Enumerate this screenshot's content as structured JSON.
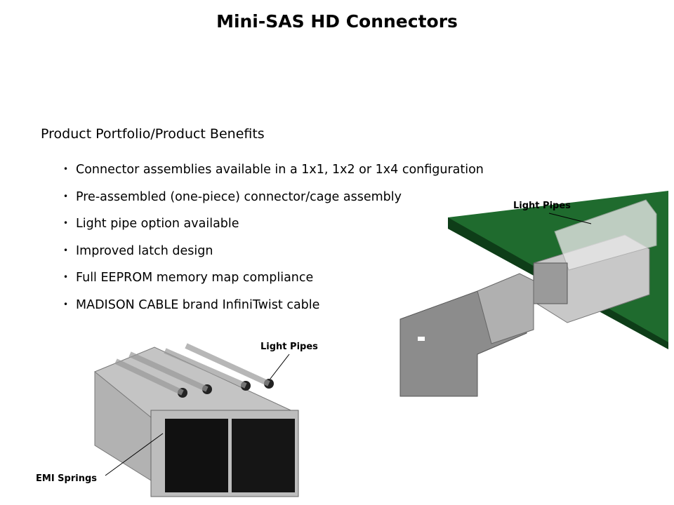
{
  "title": "Mini-SAS HD Connectors",
  "subtitle": "Product Portfolio/Product Benefits",
  "bullets": [
    "Connector assemblies available in a 1x1, 1x2 or 1x4 configuration",
    "Pre-assembled (one-piece) connector/cage assembly",
    "Light pipe option available",
    "Improved latch design",
    "Full EEPROM memory map compliance",
    "MADISON CABLE brand InfiniTwist cable"
  ],
  "images": {
    "right": {
      "label": "Light Pipes"
    },
    "bottom": {
      "label_top": "Light Pipes",
      "label_bottom": "EMI Springs"
    }
  },
  "colors": {
    "pcb": "#1f6b2e",
    "metal": "#a9a9a9"
  }
}
